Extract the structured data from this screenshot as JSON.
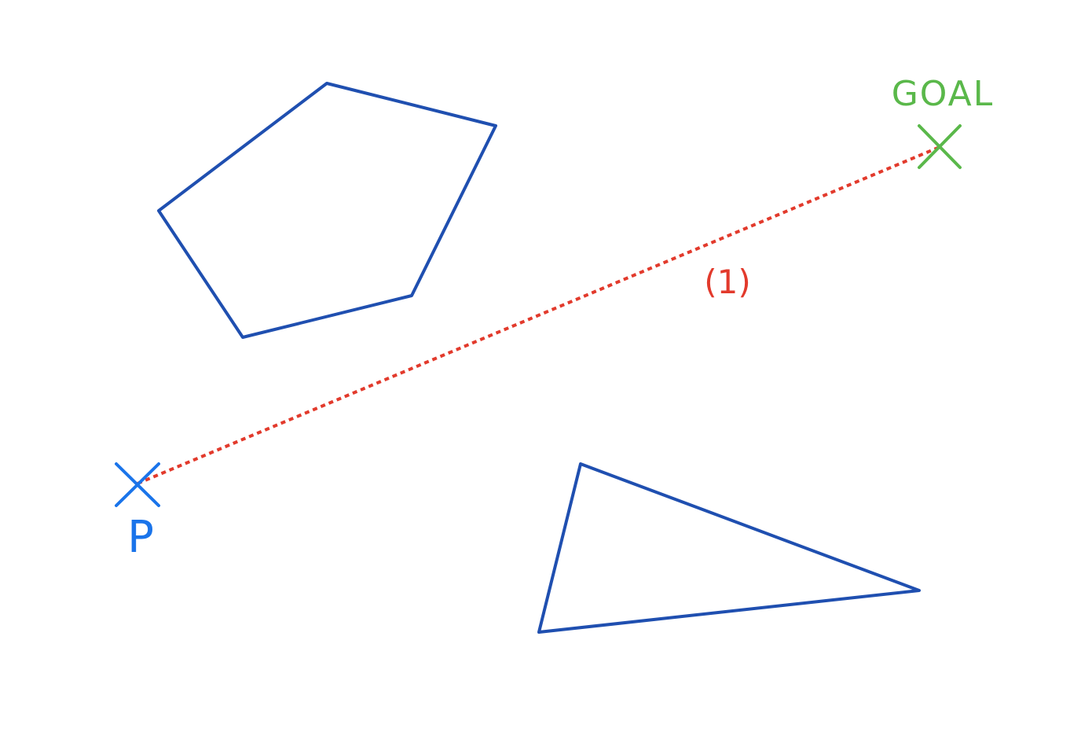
{
  "labels": {
    "goal": "GOAL",
    "start": "P",
    "path_marker": "(1)"
  },
  "colors": {
    "obstacle": "#1f4fb0",
    "start": "#1a74ea",
    "goal": "#5ab84a",
    "path": "#e23a2c",
    "background": "#ffffff"
  },
  "icons": {
    "start_marker": "x-cross-icon",
    "goal_marker": "x-cross-icon"
  }
}
